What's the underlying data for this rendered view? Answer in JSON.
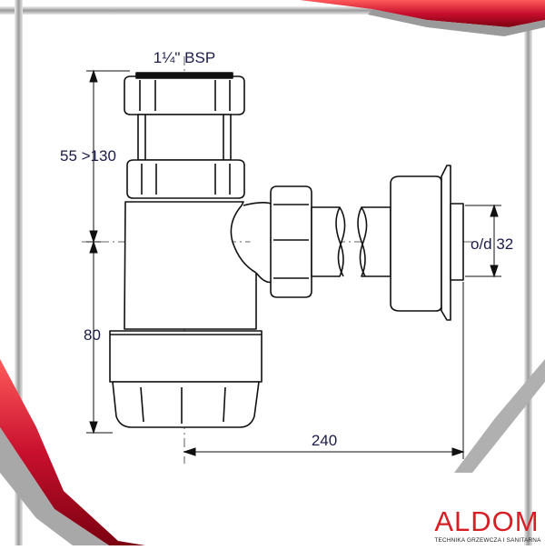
{
  "dimensions": {
    "thread_label": "1¼\" BSP",
    "height_adjust_label": "55 >130",
    "bottle_height_label": "80",
    "outlet_length_label": "240",
    "outlet_diameter_label": "o/d 32"
  },
  "brand": {
    "name": "ALDOM",
    "tagline": "TECHNIKA GRZEWCZA I SANITARNA",
    "color": "#d81e24"
  },
  "colors": {
    "frame_red": "#c8102e",
    "frame_metal": "#8a8a8a",
    "line": "#111111",
    "dimension": "#1c1c4a"
  }
}
